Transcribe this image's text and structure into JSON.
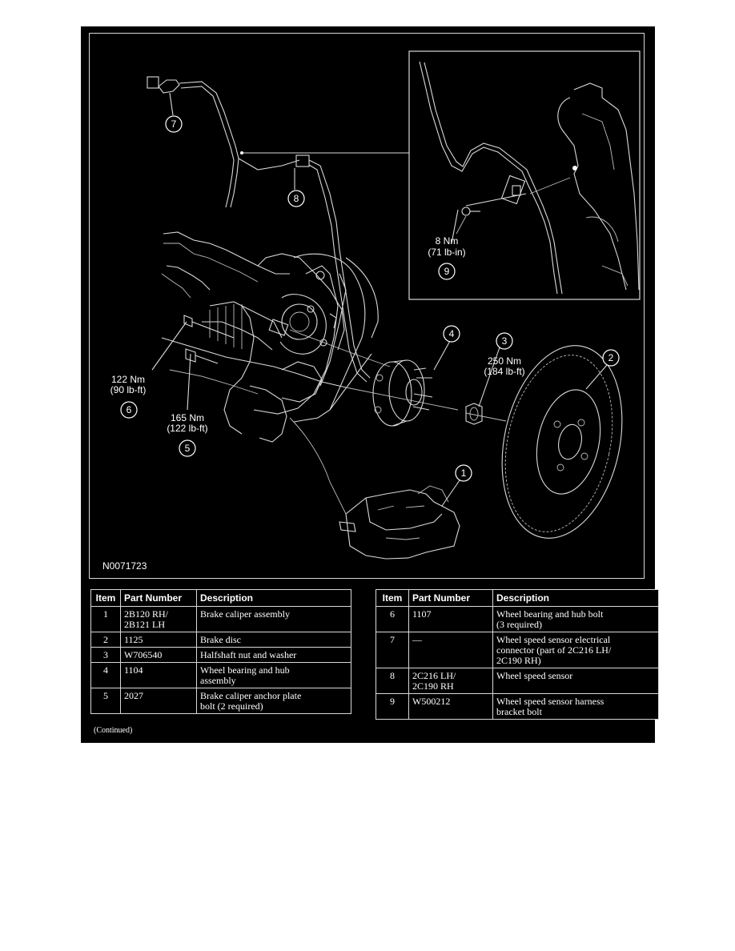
{
  "figure_id": "N0071723",
  "callouts": {
    "c1": "1",
    "c2": "2",
    "c3": "3",
    "c4": "4",
    "c5": "5",
    "c6": "6",
    "c7": "7",
    "c8": "8",
    "c9": "9"
  },
  "torque": {
    "t9_nm": "8 Nm",
    "t9_imp": "(71 lb-in)",
    "t3_nm": "250 Nm",
    "t3_imp": "(184 lb-ft)",
    "t6_nm": "122 Nm",
    "t6_imp": "(90 lb-ft)",
    "t5_nm": "165 Nm",
    "t5_imp": "(122 lb-ft)"
  },
  "table_headers": {
    "item": "Item",
    "part": "Part Number",
    "desc": "Description"
  },
  "table_left": [
    {
      "item": "1",
      "part": "2B120 RH/\n2B121 LH",
      "desc": "Brake caliper assembly"
    },
    {
      "item": "2",
      "part": "1125",
      "desc": "Brake disc"
    },
    {
      "item": "3",
      "part": "W706540",
      "desc": "Halfshaft nut and washer"
    },
    {
      "item": "4",
      "part": "1104",
      "desc": "Wheel bearing and hub\nassembly"
    },
    {
      "item": "5",
      "part": "2027",
      "desc": "Brake caliper anchor plate\nbolt (2 required)"
    }
  ],
  "table_right": [
    {
      "item": "6",
      "part": "1107",
      "desc": "Wheel bearing and hub bolt\n(3 required)"
    },
    {
      "item": "7",
      "part": "—",
      "desc": "Wheel speed sensor electrical\nconnector (part of 2C216 LH/\n2C190 RH)"
    },
    {
      "item": "8",
      "part": "2C216 LH/\n2C190 RH",
      "desc": "Wheel speed sensor"
    },
    {
      "item": "9",
      "part": "W500212",
      "desc": "Wheel speed sensor harness\nbracket bolt"
    }
  ],
  "continued": "(Continued)",
  "colors": {
    "background": "#000000",
    "lines": "#d8d8d8",
    "text": "#ffffff",
    "page": "#ffffff"
  }
}
